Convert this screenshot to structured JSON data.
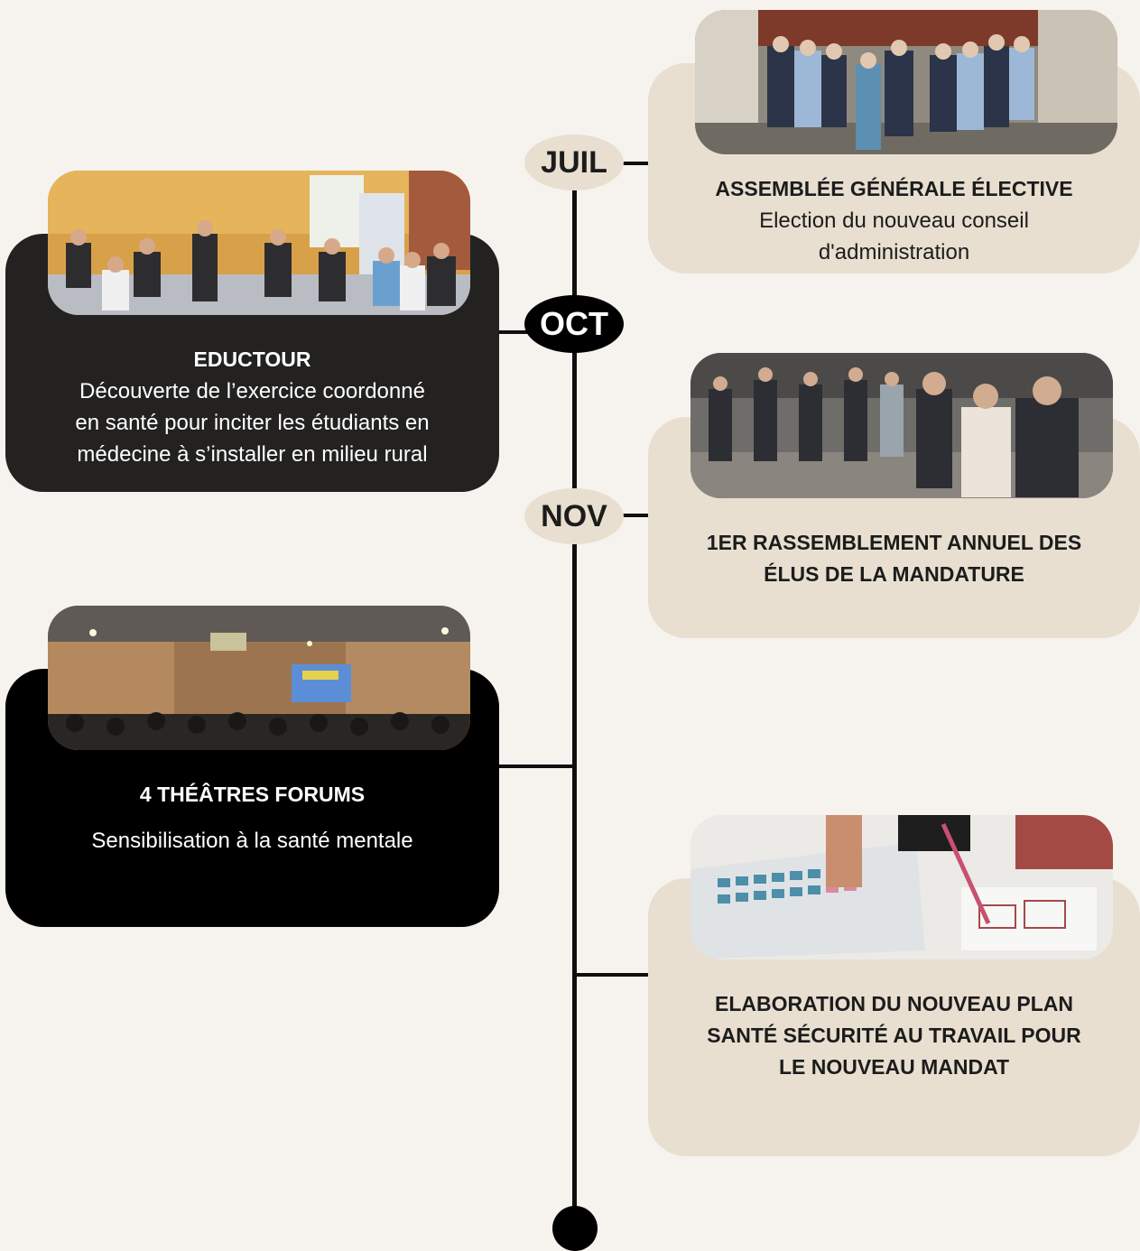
{
  "timeline": {
    "months": [
      {
        "label": "JUIL"
      },
      {
        "label": "OCT"
      },
      {
        "label": "NOV"
      }
    ]
  },
  "events": {
    "assemblee": {
      "title": "ASSEMBLÉE GÉNÉRALE ÉLECTIVE",
      "description_line1": "Election du nouveau conseil",
      "description_line2": "d'administration"
    },
    "eductour": {
      "title": "EDUCTOUR",
      "description_line1": "Découverte de l’exercice coordonné",
      "description_line2": "en santé pour inciter les étudiants en",
      "description_line3": "médecine à s’installer en milieu rural"
    },
    "rassemblement": {
      "title_line1": "1ER RASSEMBLEMENT ANNUEL DES",
      "title_line2": "ÉLUS DE LA MANDATURE"
    },
    "theatres": {
      "title": "4 THÉÂTRES FORUMS",
      "description": "Sensibilisation à la santé mentale"
    },
    "elaboration": {
      "title_line1": "ELABORATION DU NOUVEAU PLAN",
      "title_line2": "SANTÉ SÉCURITÉ AU TRAVAIL POUR",
      "title_line3": "LE NOUVEAU MANDAT"
    }
  },
  "colors": {
    "background": "#f6f3ee",
    "beige_card": "#e8dfd0",
    "dark_card": "#232221",
    "black_card": "#000000",
    "line": "#0f0f0f"
  }
}
